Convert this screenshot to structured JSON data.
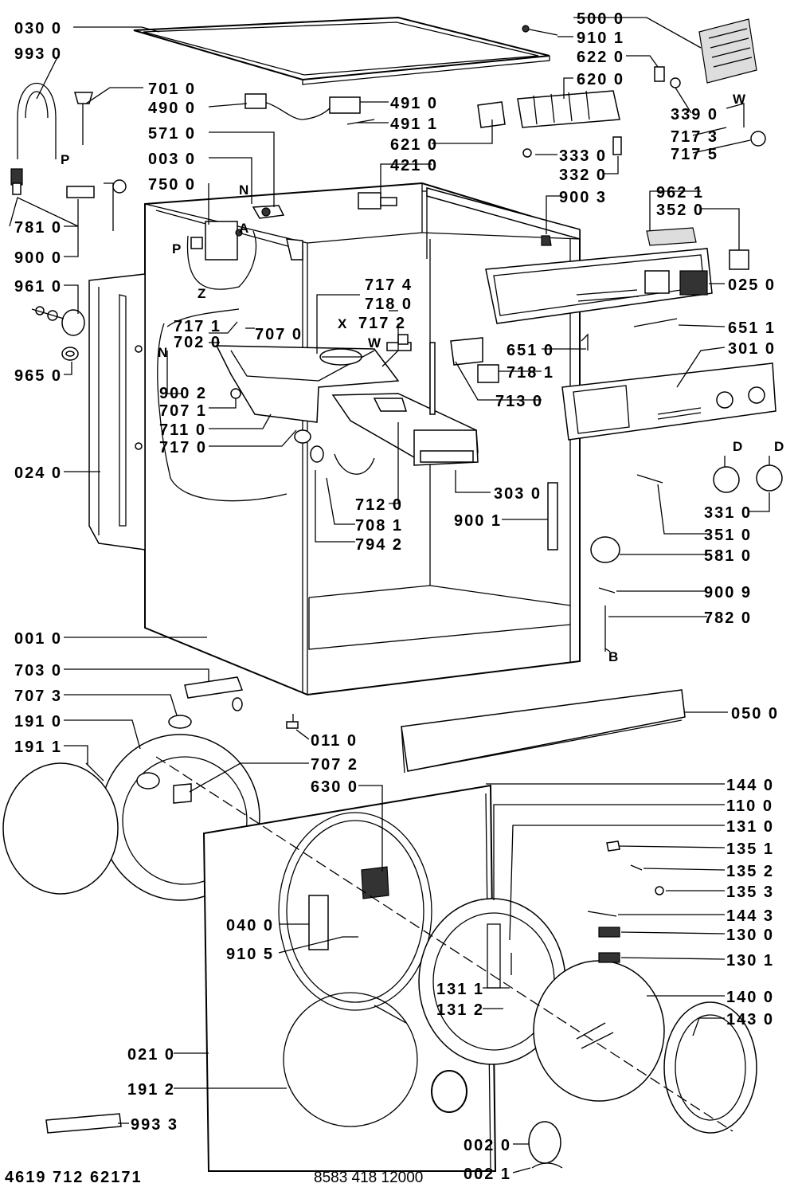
{
  "drawing": {
    "footer_left": "4619 712 62171",
    "footer_center": "8583 418 12000"
  },
  "parts": [
    {
      "id": "p030-0",
      "text": "030 0"
    },
    {
      "id": "p993-0",
      "text": "993 0"
    },
    {
      "id": "p701-0",
      "text": "701 0"
    },
    {
      "id": "p490-0",
      "text": "490 0"
    },
    {
      "id": "p491-0",
      "text": "491 0"
    },
    {
      "id": "p491-1",
      "text": "491 1"
    },
    {
      "id": "p571-0",
      "text": "571 0"
    },
    {
      "id": "p003-0",
      "text": "003 0"
    },
    {
      "id": "p750-0",
      "text": "750 0"
    },
    {
      "id": "p781-0",
      "text": "781 0"
    },
    {
      "id": "p900-0",
      "text": "900 0"
    },
    {
      "id": "p961-0",
      "text": "961 0"
    },
    {
      "id": "p965-0",
      "text": "965 0"
    },
    {
      "id": "p717-1",
      "text": "717 1"
    },
    {
      "id": "p707-0",
      "text": "707 0"
    },
    {
      "id": "p702-0",
      "text": "702 0"
    },
    {
      "id": "p717-4",
      "text": "717 4"
    },
    {
      "id": "p718-0",
      "text": "718 0"
    },
    {
      "id": "p717-2",
      "text": "717 2"
    },
    {
      "id": "p900-2",
      "text": "900 2"
    },
    {
      "id": "p707-1",
      "text": "707 1"
    },
    {
      "id": "p711-0",
      "text": "711 0"
    },
    {
      "id": "p717-0",
      "text": "717 0"
    },
    {
      "id": "p024-0",
      "text": "024 0"
    },
    {
      "id": "p712-0",
      "text": "712 0"
    },
    {
      "id": "p708-1",
      "text": "708 1"
    },
    {
      "id": "p794-2",
      "text": "794 2"
    },
    {
      "id": "p303-0",
      "text": "303 0"
    },
    {
      "id": "p900-1",
      "text": "900 1"
    },
    {
      "id": "p500-0",
      "text": "500 0"
    },
    {
      "id": "p910-1",
      "text": "910 1"
    },
    {
      "id": "p622-0",
      "text": "622 0"
    },
    {
      "id": "p620-0",
      "text": "620 0"
    },
    {
      "id": "p339-0",
      "text": "339 0"
    },
    {
      "id": "p717-3",
      "text": "717 3"
    },
    {
      "id": "p717-5",
      "text": "717 5"
    },
    {
      "id": "p621-0",
      "text": "621 0"
    },
    {
      "id": "p333-0",
      "text": "333 0"
    },
    {
      "id": "p421-0",
      "text": "421 0"
    },
    {
      "id": "p332-0",
      "text": "332 0"
    },
    {
      "id": "p900-3",
      "text": "900 3"
    },
    {
      "id": "p962-1",
      "text": "962 1"
    },
    {
      "id": "p352-0",
      "text": "352 0"
    },
    {
      "id": "p025-0",
      "text": "025 0"
    },
    {
      "id": "p651-1",
      "text": "651 1"
    },
    {
      "id": "p651-0",
      "text": "651 0"
    },
    {
      "id": "p301-0",
      "text": "301 0"
    },
    {
      "id": "p718-1",
      "text": "718 1"
    },
    {
      "id": "p713-0",
      "text": "713 0"
    },
    {
      "id": "p331-0",
      "text": "331 0"
    },
    {
      "id": "p351-0",
      "text": "351 0"
    },
    {
      "id": "p581-0",
      "text": "581 0"
    },
    {
      "id": "p900-9",
      "text": "900 9"
    },
    {
      "id": "p782-0",
      "text": "782 0"
    },
    {
      "id": "p001-0",
      "text": "001 0"
    },
    {
      "id": "p703-0",
      "text": "703 0"
    },
    {
      "id": "p707-3",
      "text": "707 3"
    },
    {
      "id": "p191-0",
      "text": "191 0"
    },
    {
      "id": "p191-1",
      "text": "191 1"
    },
    {
      "id": "p011-0",
      "text": "011 0"
    },
    {
      "id": "p707-2",
      "text": "707 2"
    },
    {
      "id": "p630-0",
      "text": "630 0"
    },
    {
      "id": "p050-0",
      "text": "050 0"
    },
    {
      "id": "p144-0",
      "text": "144 0"
    },
    {
      "id": "p110-0",
      "text": "110 0"
    },
    {
      "id": "p131-0",
      "text": "131 0"
    },
    {
      "id": "p135-1",
      "text": "135 1"
    },
    {
      "id": "p135-2",
      "text": "135 2"
    },
    {
      "id": "p135-3",
      "text": "135 3"
    },
    {
      "id": "p144-3",
      "text": "144 3"
    },
    {
      "id": "p130-0",
      "text": "130 0"
    },
    {
      "id": "p130-1",
      "text": "130 1"
    },
    {
      "id": "p040-0",
      "text": "040 0"
    },
    {
      "id": "p910-5",
      "text": "910 5"
    },
    {
      "id": "p131-1",
      "text": "131 1"
    },
    {
      "id": "p131-2",
      "text": "131 2"
    },
    {
      "id": "p140-0",
      "text": "140 0"
    },
    {
      "id": "p143-0",
      "text": "143 0"
    },
    {
      "id": "p021-0",
      "text": "021 0"
    },
    {
      "id": "p191-2",
      "text": "191 2"
    },
    {
      "id": "p993-3",
      "text": "993 3"
    },
    {
      "id": "p002-0",
      "text": "002 0"
    },
    {
      "id": "p002-1",
      "text": "002 1"
    }
  ],
  "markers": [
    {
      "id": "m-p1",
      "text": "P"
    },
    {
      "id": "m-p2",
      "text": "P"
    },
    {
      "id": "m-n1",
      "text": "N"
    },
    {
      "id": "m-a",
      "text": "A"
    },
    {
      "id": "m-z",
      "text": "Z"
    },
    {
      "id": "m-x",
      "text": "X"
    },
    {
      "id": "m-w1",
      "text": "W"
    },
    {
      "id": "m-n2",
      "text": "N"
    },
    {
      "id": "m-w2",
      "text": "W"
    },
    {
      "id": "m-d1",
      "text": "D"
    },
    {
      "id": "m-d2",
      "text": "D"
    },
    {
      "id": "m-b",
      "text": "B"
    }
  ]
}
